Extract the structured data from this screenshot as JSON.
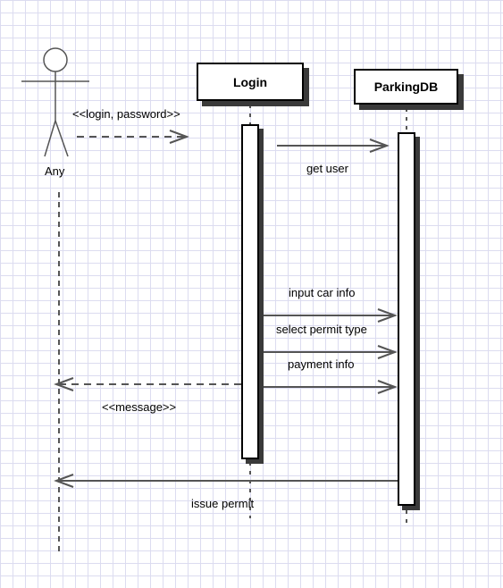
{
  "actor": {
    "name": "Any",
    "icon": "stick-figure-actor-icon"
  },
  "participants": [
    {
      "name": "Login"
    },
    {
      "name": "ParkingDB"
    }
  ],
  "messages": [
    {
      "label": "<<login, password>>",
      "from": "Any",
      "to": "Login",
      "style": "dashed"
    },
    {
      "label": "get user",
      "from": "Login",
      "to": "ParkingDB",
      "style": "solid"
    },
    {
      "label": "input car info",
      "from": "Login",
      "to": "ParkingDB",
      "style": "solid"
    },
    {
      "label": "select permit type",
      "from": "Login",
      "to": "ParkingDB",
      "style": "solid"
    },
    {
      "label": "payment info",
      "from": "Login",
      "to": "ParkingDB",
      "style": "solid"
    },
    {
      "label": "<<message>>",
      "from": "Login",
      "to": "Any",
      "style": "dashed"
    },
    {
      "label": "issue permit",
      "from": "ParkingDB",
      "to": "Any",
      "style": "solid"
    }
  ],
  "colors": {
    "grid": "#dcdcf0",
    "line": "#555555",
    "shadow": "#3a3a3a"
  }
}
